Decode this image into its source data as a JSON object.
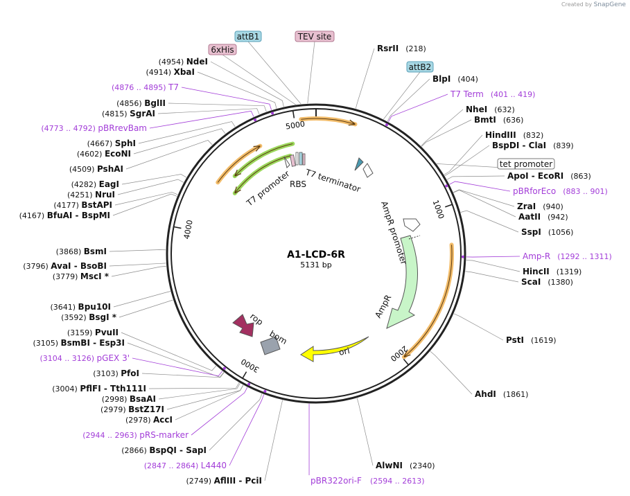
{
  "credit": {
    "prefix": "Created by",
    "brand": "SnapGene"
  },
  "plasmid": {
    "name": "A1-LCD-6R",
    "length_text": "5131 bp",
    "length": 5131
  },
  "ticks": [
    {
      "label": "1000",
      "pos": 1000
    },
    {
      "label": "2000",
      "pos": 2000
    },
    {
      "label": "3000",
      "pos": 3000
    },
    {
      "label": "4000",
      "pos": 4000
    },
    {
      "label": "5000",
      "pos": 5000
    }
  ],
  "right_sites": [
    {
      "name": "RsrII",
      "pos_text": "(218)",
      "pos": 218
    },
    {
      "name": "BlpI",
      "pos_text": "(404)",
      "pos": 404
    },
    {
      "name": "NheI",
      "pos_text": "(632)",
      "pos": 632
    },
    {
      "name": "BmtI",
      "pos_text": "(636)",
      "pos": 636
    },
    {
      "name": "HindIII",
      "pos_text": "(832)",
      "pos": 832
    },
    {
      "name": "BspDI - ClaI",
      "pos_text": "(839)",
      "pos": 839
    },
    {
      "name": "ApoI - EcoRI",
      "pos_text": "(863)",
      "pos": 863
    },
    {
      "name": "ZraI",
      "pos_text": "(940)",
      "pos": 940
    },
    {
      "name": "AatII",
      "pos_text": "(942)",
      "pos": 942
    },
    {
      "name": "SspI",
      "pos_text": "(1056)",
      "pos": 1056
    },
    {
      "name": "HincII",
      "pos_text": "(1319)",
      "pos": 1319
    },
    {
      "name": "ScaI",
      "pos_text": "(1380)",
      "pos": 1380
    },
    {
      "name": "PstI",
      "pos_text": "(1619)",
      "pos": 1619
    },
    {
      "name": "AhdI",
      "pos_text": "(1861)",
      "pos": 1861
    },
    {
      "name": "AlwNI",
      "pos_text": "(2340)",
      "pos": 2340
    }
  ],
  "left_sites": [
    {
      "name": "NdeI",
      "pos_text": "(4954)",
      "pos": 4954
    },
    {
      "name": "XbaI",
      "pos_text": "(4914)",
      "pos": 4914
    },
    {
      "name": "BglII",
      "pos_text": "(4856)",
      "pos": 4856
    },
    {
      "name": "SgrAI",
      "pos_text": "(4815)",
      "pos": 4815
    },
    {
      "name": "SphI",
      "pos_text": "(4667)",
      "pos": 4667
    },
    {
      "name": "EcoNI",
      "pos_text": "(4602)",
      "pos": 4602
    },
    {
      "name": "PshAI",
      "pos_text": "(4509)",
      "pos": 4509
    },
    {
      "name": "EagI",
      "pos_text": "(4282)",
      "pos": 4282
    },
    {
      "name": "NruI",
      "pos_text": "(4251)",
      "pos": 4251
    },
    {
      "name": "BstAPI",
      "pos_text": "(4177)",
      "pos": 4177
    },
    {
      "name": "BfuAI - BspMI",
      "pos_text": "(4167)",
      "pos": 4167
    },
    {
      "name": "BsmI",
      "pos_text": "(3868)",
      "pos": 3868
    },
    {
      "name": "AvaI - BsoBI",
      "pos_text": "(3796)",
      "pos": 3796
    },
    {
      "name": "MscI *",
      "pos_text": "(3779)",
      "pos": 3779
    },
    {
      "name": "Bpu10I",
      "pos_text": "(3641)",
      "pos": 3641
    },
    {
      "name": "BsgI *",
      "pos_text": "(3592)",
      "pos": 3592
    },
    {
      "name": "PvuII",
      "pos_text": "(3159)",
      "pos": 3159
    },
    {
      "name": "BsmBI - Esp3I",
      "pos_text": "(3105)",
      "pos": 3105
    },
    {
      "name": "PfoI",
      "pos_text": "(3103)",
      "pos": 3103
    },
    {
      "name": "PflFI - Tth111I",
      "pos_text": "(3004)",
      "pos": 3004
    },
    {
      "name": "BsaAI",
      "pos_text": "(2998)",
      "pos": 2998
    },
    {
      "name": "BstZ17I",
      "pos_text": "(2979)",
      "pos": 2979
    },
    {
      "name": "AccI",
      "pos_text": "(2978)",
      "pos": 2978
    },
    {
      "name": "BspQI - SapI",
      "pos_text": "(2866)",
      "pos": 2866
    },
    {
      "name": "AflIII - PciI",
      "pos_text": "(2749)",
      "pos": 2749
    }
  ],
  "primers_right": [
    {
      "name": "T7 Term",
      "range": "(401 .. 419)",
      "pos": 410
    },
    {
      "name": "pBRforEco",
      "range": "(883 .. 901)",
      "pos": 892
    },
    {
      "name": "Amp-R",
      "range": "(1292 .. 1311)",
      "pos": 1301
    }
  ],
  "primers_left": [
    {
      "name": "T7",
      "range": "(4876 .. 4895)",
      "pos": 4885
    },
    {
      "name": "pBRrevBam",
      "range": "(4773 .. 4792)",
      "pos": 4782
    },
    {
      "name": "pGEX 3'",
      "range": "(3104 .. 3126)",
      "pos": 3115
    },
    {
      "name": "pRS-marker",
      "range": "(2944 .. 2963)",
      "pos": 2953
    },
    {
      "name": "L4440",
      "range": "(2847 .. 2864)",
      "pos": 2855
    }
  ],
  "primer_bottom": {
    "name": "pBR322ori-F",
    "range": "(2594 .. 2613)",
    "pos": 2603
  },
  "box_labels": [
    {
      "text": "attB1",
      "fill": "#a8d8e4",
      "stroke": "#5aa0b8",
      "pos": 5049
    },
    {
      "text": "TEV site",
      "fill": "#e8c0d0",
      "stroke": "#b07890",
      "pos": 5085
    },
    {
      "text": "6xHis",
      "fill": "#e8c0d0",
      "stroke": "#b07890",
      "pos": 5020
    },
    {
      "text": "attB2",
      "fill": "#a8d8e4",
      "stroke": "#5aa0b8",
      "pos": 380
    },
    {
      "text": "tet promoter",
      "fill": "#ffffff",
      "stroke": "#777777",
      "pos": 760
    }
  ],
  "features": [
    {
      "name": "T7 promoter"
    },
    {
      "name": "RBS"
    },
    {
      "name": "T7 terminator"
    },
    {
      "name": "AmpR promoter"
    },
    {
      "name": "AmpR"
    },
    {
      "name": "ori"
    },
    {
      "name": "rop"
    },
    {
      "name": "bom"
    }
  ],
  "colors": {
    "backbone": "#222222",
    "orange_arc": "#f0b050",
    "green_arc": "#8ad040",
    "ampr_fill": "#c8f5c8",
    "ori_fill": "#ffff00",
    "rop_fill": "#a33060",
    "bom_fill": "#9aa2ad",
    "primer": "#a23cd8"
  }
}
